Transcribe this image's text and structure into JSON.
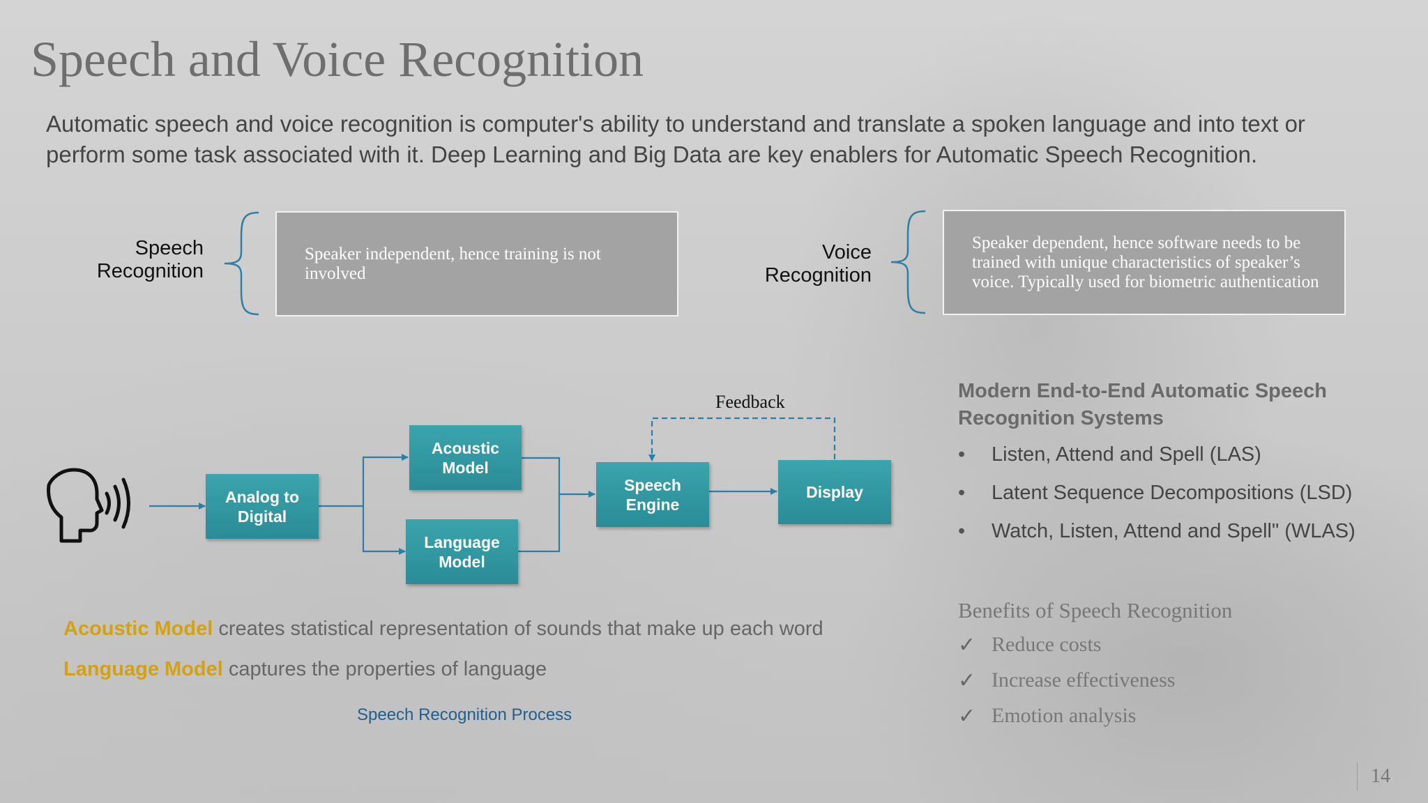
{
  "slide": {
    "title": "Speech and Voice Recognition",
    "intro": "Automatic speech and voice recognition is computer's ability to understand and translate a spoken language and into text or perform some task associated with it. Deep Learning and Big Data are key enablers for Automatic Speech Recognition.",
    "page_number": "14"
  },
  "categories": {
    "speech": {
      "label_line1": "Speech",
      "label_line2": "Recognition",
      "description": "Speaker independent, hence training is not involved"
    },
    "voice": {
      "label_line1": "Voice",
      "label_line2": "Recognition",
      "description": "Speaker dependent, hence software needs to be trained with unique characteristics of speaker’s voice. Typically used for biometric authentication"
    }
  },
  "diagram": {
    "speaker_icon": "speaking-head-icon",
    "blocks": {
      "analog_line1": "Analog to",
      "analog_line2": "Digital",
      "acoustic_line1": "Acoustic",
      "acoustic_line2": "Model",
      "language_line1": "Language",
      "language_line2": "Model",
      "engine_line1": "Speech",
      "engine_line2": "Engine",
      "display": "Display"
    },
    "feedback_label": "Feedback",
    "caption": "Speech Recognition Process",
    "block_color": "#2f959f",
    "arrow_color": "#2a7fa8"
  },
  "legend": {
    "acoustic_term": "Acoustic Model",
    "acoustic_text": " creates statistical representation of sounds that make up each word",
    "language_term": "Language Model",
    "language_text": " captures the properties of language",
    "term_color": "#d4a112"
  },
  "modern_systems": {
    "title": "Modern End-to-End Automatic Speech Recognition Systems",
    "items": [
      "Listen, Attend and Spell (LAS)",
      "Latent Sequence Decompositions (LSD)",
      "Watch, Listen, Attend and Spell\" (WLAS)"
    ]
  },
  "benefits": {
    "title": "Benefits of Speech Recognition",
    "tick": "✓",
    "items": [
      "Reduce costs",
      "Increase effectiveness",
      "Emotion analysis"
    ]
  }
}
